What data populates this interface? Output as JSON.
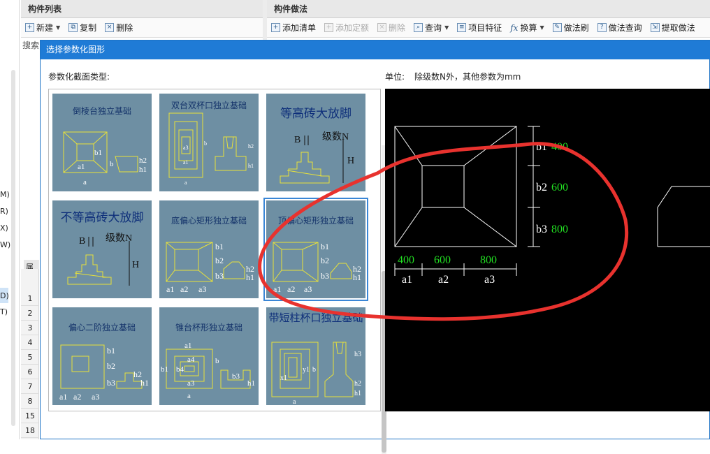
{
  "background": {
    "left_fragments": [
      "M)",
      "R)",
      "X)",
      "W)",
      "D)",
      "T)"
    ],
    "member_list": {
      "title": "构件列表",
      "toolbar": [
        "新建",
        "复制",
        "删除"
      ],
      "search_label": "搜索"
    },
    "method_panel": {
      "title": "构件做法",
      "toolbar": [
        {
          "label": "添加清单",
          "enabled": true
        },
        {
          "label": "添加定额",
          "enabled": false
        },
        {
          "label": "删除",
          "enabled": false
        },
        {
          "label": "查询",
          "enabled": true,
          "dropdown": true
        },
        {
          "label": "项目特征",
          "enabled": true
        },
        {
          "label": "换算",
          "enabled": true,
          "dropdown": true
        },
        {
          "label": "做法刷",
          "enabled": true
        },
        {
          "label": "做法查询",
          "enabled": true
        },
        {
          "label": "提取做法",
          "enabled": true
        }
      ]
    },
    "property_tab": "属性",
    "row_numbers": [
      "1",
      "2",
      "3",
      "4",
      "5",
      "6",
      "7",
      "8",
      "15",
      "18"
    ]
  },
  "dialog": {
    "title": "选择参数化图形",
    "section_label": "参数化截面类型:",
    "unit_label": "单位:",
    "unit_note": "除级数N外，其他参数为mm",
    "thumbnails": [
      {
        "title": "倒棱台独立基础",
        "style": "normal",
        "selected": false,
        "labels": [
          "b1",
          "a1",
          "a",
          "b",
          "h2",
          "h1"
        ]
      },
      {
        "title": "双台双杯口独立基础",
        "style": "normal",
        "selected": false,
        "labels": [
          "a3",
          "a1",
          "a",
          "b",
          "h2",
          "h1"
        ]
      },
      {
        "title": "等高砖大放脚",
        "style": "big",
        "selected": false,
        "labels": [
          "B",
          "级数N",
          "H"
        ]
      },
      {
        "title": "不等高砖大放脚",
        "style": "big",
        "selected": false,
        "labels": [
          "B",
          "级数N",
          "H"
        ]
      },
      {
        "title": "底偏心矩形独立基础",
        "style": "normal",
        "selected": false,
        "labels": [
          "b1",
          "b2",
          "b3",
          "a1",
          "a2",
          "a3",
          "h2",
          "h1"
        ]
      },
      {
        "title": "顶偏心矩形独立基础",
        "style": "normal",
        "selected": true,
        "labels": [
          "b1",
          "b2",
          "b3",
          "a1",
          "a2",
          "a3",
          "h2",
          "h1"
        ]
      },
      {
        "title": "偏心二阶独立基础",
        "style": "normal",
        "selected": false,
        "labels": [
          "b1",
          "b2",
          "b3",
          "a1",
          "a2",
          "a3",
          "h2",
          "h1"
        ]
      },
      {
        "title": "锥台杯形独立基础",
        "style": "normal",
        "selected": false,
        "labels": [
          "a1",
          "b1",
          "a4",
          "b4",
          "a3",
          "a",
          "b",
          "b3",
          "h1"
        ]
      },
      {
        "title": "带短柱杯口独立基础",
        "style": "cup",
        "selected": false,
        "labels": [
          "x1",
          "y1",
          "a",
          "b",
          "h1",
          "h2",
          "h3"
        ]
      }
    ],
    "preview": {
      "params": [
        {
          "name": "b1",
          "value": "400"
        },
        {
          "name": "b2",
          "value": "600"
        },
        {
          "name": "b3",
          "value": "800"
        },
        {
          "name": "a1",
          "value": "400"
        },
        {
          "name": "a2",
          "value": "600"
        },
        {
          "name": "a3",
          "value": "800"
        }
      ],
      "value_color": "#22e022",
      "label_color": "#ffffff",
      "annotation_color": "#e8322e"
    }
  }
}
